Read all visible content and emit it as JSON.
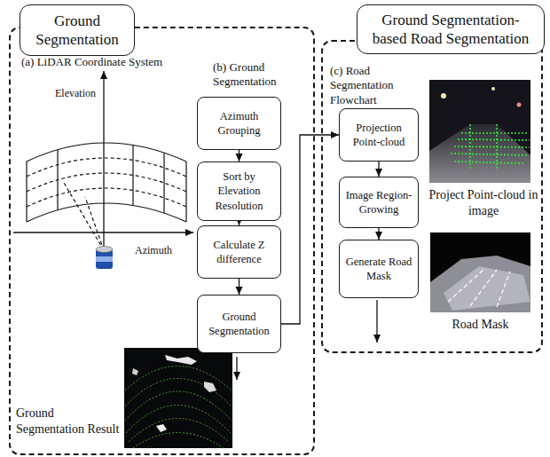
{
  "diagram": {
    "nodes": [
      {
        "text": [
          "Ground Segmentation"
        ]
      },
      {
        "text": [
          "Azimuth Grouping"
        ],
        "in": 0
      },
      {
        "text": [
          "Sort by Elevation Resolution"
        ],
        "in": 0
      },
      {
        "text": [
          "Calculate Z difference"
        ],
        "in": 0
      },
      {
        "text": [
          "Ground Segmentation"
        ],
        "in": 0
      },
      {
        "text": [
          "Ground Segmentation-based Road Segmentation"
        ]
      },
      {
        "text": [
          "Projection Point-cloud"
        ],
        "in": 5
      },
      {
        "text": [
          "Image Region-Growing"
        ],
        "in": 5
      },
      {
        "text": [
          "Generate Road Mask"
        ],
        "in": 5
      }
    ],
    "edges": [
      {
        "from": 1,
        "to": 2,
        "arrow": "to"
      },
      {
        "from": 2,
        "to": 3,
        "arrow": "to"
      },
      {
        "from": 3,
        "to": 4,
        "arrow": "to"
      },
      {
        "from": 4,
        "to": 6,
        "arrow": "to"
      },
      {
        "from": 6,
        "to": 7,
        "arrow": "to"
      },
      {
        "from": 7,
        "to": 8,
        "arrow": "to"
      }
    ],
    "labels": [
      "(a) LiDAR Coordinate System",
      "Elevation",
      "Azimuth",
      "(b) Ground Segmentation",
      "Ground Segmentation Result",
      "(c) Road Segmentation Flowchart",
      "Project Point-cloud in image",
      "Road Mask"
    ]
  }
}
